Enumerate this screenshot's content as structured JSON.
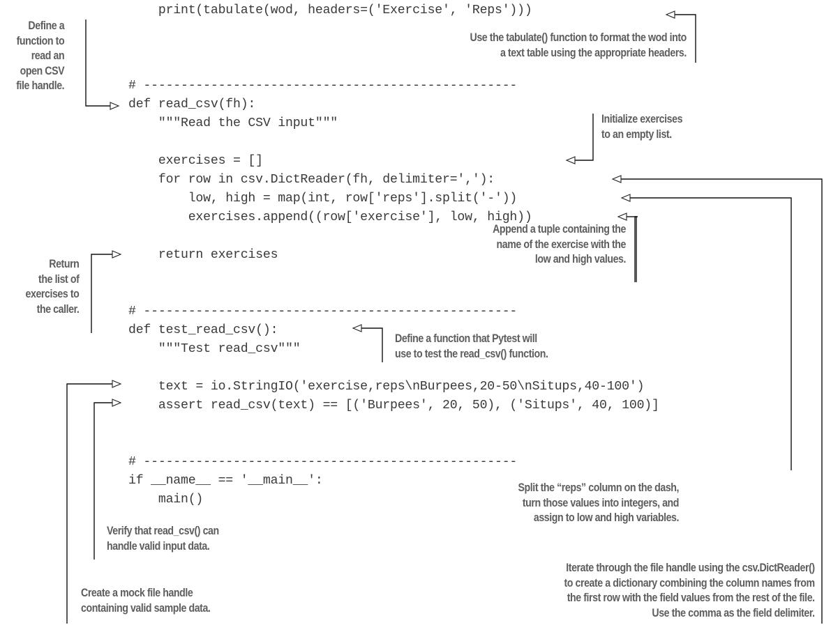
{
  "code_lines": [
    "    print(tabulate(wod, headers=('Exercise', 'Reps')))",
    "",
    "",
    "",
    "# --------------------------------------------------",
    "def read_csv(fh):",
    "    \"\"\"Read the CSV input\"\"\"",
    "",
    "    exercises = []",
    "    for row in csv.DictReader(fh, delimiter=','):",
    "        low, high = map(int, row['reps'].split('-'))",
    "        exercises.append((row['exercise'], low, high))",
    "",
    "    return exercises",
    "",
    "",
    "# --------------------------------------------------",
    "def test_read_csv():",
    "    \"\"\"Test read_csv\"\"\"",
    "",
    "    text = io.StringIO('exercise,reps\\nBurpees,20-50\\nSitups,40-100')",
    "    assert read_csv(text) == [('Burpees', 20, 50), ('Situps', 40, 100)]",
    "",
    "",
    "",
    "# --------------------------------------------------",
    "if __name__ == '__main__':",
    "    main()"
  ],
  "annotations": {
    "define_read_csv": [
      "Define a",
      "function to",
      "read an",
      "open CSV",
      "file handle."
    ],
    "tabulate": [
      "Use the tabulate() function to format the wod into",
      "a text table using the appropriate headers."
    ],
    "init_exercises": [
      "Initialize exercises",
      "to an empty list."
    ],
    "append_tuple": [
      "Append a tuple containing the",
      "name of the exercise with the",
      "low and high values."
    ],
    "return_list": [
      "Return",
      "the list of",
      "exercises to",
      "the caller."
    ],
    "define_test": [
      "Define a function that Pytest will",
      "use to test the read_csv() function."
    ],
    "split_reps": [
      "Split the “reps” column on the dash,",
      "turn those values into integers, and",
      "assign to low and high variables."
    ],
    "verify": [
      "Verify that read_csv() can",
      "handle valid input data."
    ],
    "iterate": [
      "Iterate through the file handle using the csv.DictReader()",
      "to create a dictionary combining the column names from",
      "the first row with the field values from the rest of the file.",
      "Use the comma as the field delimiter."
    ],
    "mock_file": [
      "Create a mock file handle",
      "containing valid sample data."
    ]
  }
}
